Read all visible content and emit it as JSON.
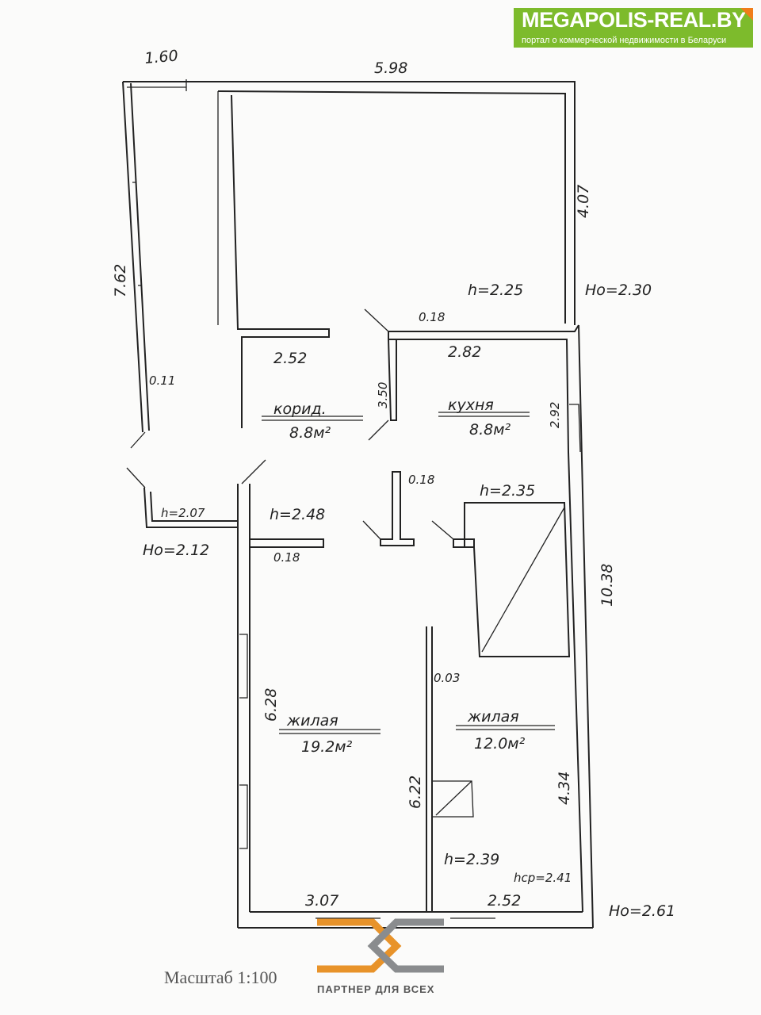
{
  "badge": {
    "title": "MEGAPOLIS-REAL.BY",
    "subtitle": "портал о коммерческой недвижимости в Беларуси",
    "color": "#7dbb2c",
    "accent": "#f07d1a"
  },
  "plan": {
    "dims": {
      "balcony_width": "1.60",
      "top_length": "5.98",
      "balcony_length": "7.62",
      "room_top_height": "4.07",
      "partition_1": "0.18",
      "corridor_width": "2.52",
      "kitchen_width": "2.82",
      "corridor_length": "3.50",
      "kitchen_length": "2.92",
      "balcony_wall": "0.11",
      "partition_2": "0.18",
      "partition_3": "0.18",
      "right_length": "10.38",
      "partition_4": "0.03",
      "living1_length": "6.28",
      "living2_length_right": "4.34",
      "living2_length_left": "6.22",
      "living1_width": "3.07",
      "living2_width": "2.52"
    },
    "heights": {
      "top_room": "h=2.25",
      "top_outer": "Ho=2.30",
      "stove": "h=2.35",
      "porch": "h=2.07",
      "porch_outer": "Ho=2.12",
      "hall": "h=2.48",
      "living2": "h=2.39",
      "living2_avg": "hср=2.41",
      "outer": "Ho=2.61"
    },
    "rooms": [
      {
        "name": "корид.",
        "area": "8.8м²"
      },
      {
        "name": "кухня",
        "area": "8.8м²"
      },
      {
        "name": "жилая",
        "area": "19.2м²"
      },
      {
        "name": "жилая",
        "area": "12.0м²"
      }
    ]
  },
  "footer": {
    "scale": "Масштаб 1:100",
    "partner": "ПАРТНЕР ДЛЯ ВСЕХ",
    "logo_orange": "#e8932a",
    "logo_gray": "#8a8c8e"
  }
}
